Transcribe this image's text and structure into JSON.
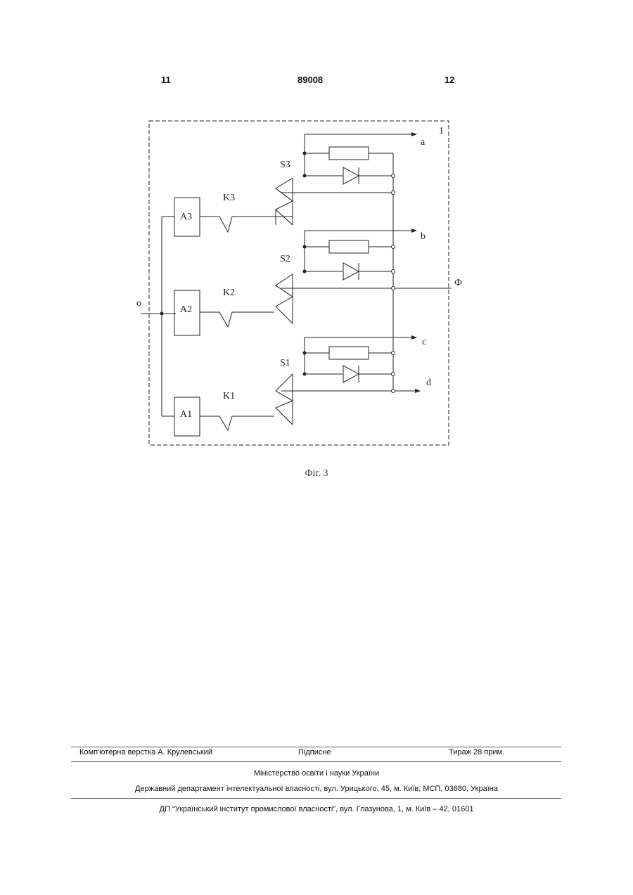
{
  "header": {
    "left_page": "11",
    "patent_number": "89008",
    "right_page": "12"
  },
  "diagram": {
    "labels": {
      "a": "a",
      "b": "b",
      "c": "c",
      "d": "d",
      "phi": "Ф",
      "one": "1",
      "input": "o",
      "s1": "S1",
      "s2": "S2",
      "s3": "S3",
      "k1": "K1",
      "k2": "K2",
      "k3": "K3",
      "a1": "A1",
      "a2": "A2",
      "a3": "A3"
    },
    "caption": "Фіг. 3"
  },
  "footer": {
    "typesetting": "Комп'ютерна верстка А. Крулевський",
    "signed": "Підписне",
    "circulation": "Тираж 28 прим.",
    "ministry": "Міністерство освіти і науки України",
    "department": "Державний департамент інтелектуальної власності, вул. Урицького, 45, м. Київ, МСП, 03680, Україна",
    "institute": "ДП “Український інститут промислової власності”, вул. Глазунова, 1, м. Київ – 42, 01601"
  }
}
